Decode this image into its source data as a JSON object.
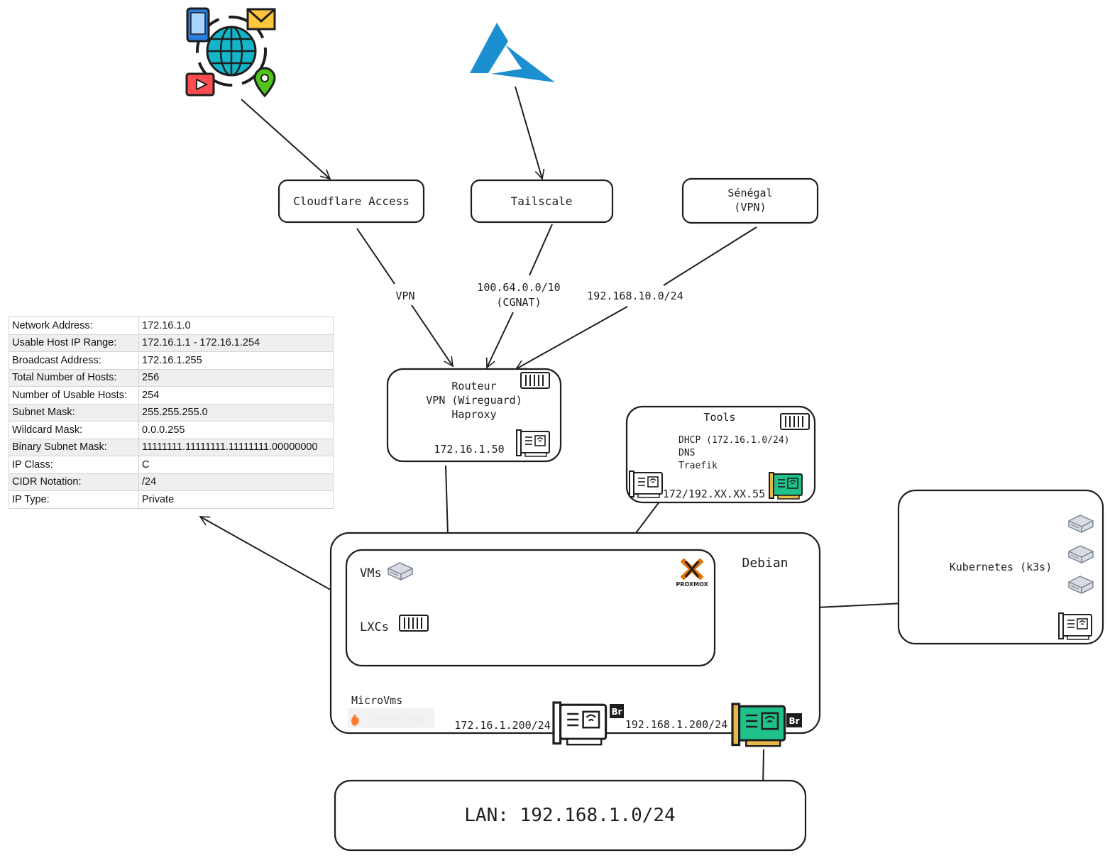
{
  "colors": {
    "ink": "#1e1e1e",
    "azure": "#1c8fd0",
    "nic_green": "#1fc08a",
    "nic_gold": "#e6b84a",
    "proxmox_orange": "#e57000",
    "firecracker": "#ff7b2e"
  },
  "icons": [
    "internet-services-icon",
    "azure-logo-icon",
    "container-icon",
    "network-card-icon",
    "server-icon",
    "proxmox-logo-icon",
    "firecracker-logo-icon"
  ],
  "nodes": {
    "cloudflare": "Cloudflare Access",
    "tailscale": "Tailscale",
    "senegal_line1": "Sénégal",
    "senegal_line2": "(VPN)",
    "router_line1": "Routeur",
    "router_line2": "VPN (Wireguard)",
    "router_line3": "Haproxy",
    "router_ip": "172.16.1.50",
    "tools_title": "Tools",
    "tools_line1": "DHCP (172.16.1.0/24)",
    "tools_line2": "DNS",
    "tools_line3": "Traefik",
    "tools_ip": "172/192.XX.XX.55",
    "debian": "Debian",
    "vms": "VMs",
    "lxcs": "LXCs",
    "proxmox": "PROXMOX",
    "microvms": "MicroVms",
    "firecracker": "Firecracker",
    "br_label": "Br",
    "bridge1_ip": "172.16.1.200/24",
    "bridge2_ip": "192.168.1.200/24",
    "kubernetes": "Kubernetes (k3s)",
    "lan": "LAN: 192.168.1.0/24"
  },
  "edges": {
    "vpn": "VPN",
    "cgnat_line1": "100.64.0.0/10",
    "cgnat_line2": "(CGNAT)",
    "senegal_net": "192.168.10.0/24"
  },
  "subnet_table": [
    {
      "label": "Network Address:",
      "value": "172.16.1.0"
    },
    {
      "label": "Usable Host IP Range:",
      "value": "172.16.1.1 - 172.16.1.254"
    },
    {
      "label": "Broadcast Address:",
      "value": "172.16.1.255"
    },
    {
      "label": "Total Number of Hosts:",
      "value": "256"
    },
    {
      "label": "Number of Usable Hosts:",
      "value": "254"
    },
    {
      "label": "Subnet Mask:",
      "value": "255.255.255.0"
    },
    {
      "label": "Wildcard Mask:",
      "value": "0.0.0.255"
    },
    {
      "label": "Binary Subnet Mask:",
      "value": "11111111.11111111.11111111.00000000"
    },
    {
      "label": "IP Class:",
      "value": "C"
    },
    {
      "label": "CIDR Notation:",
      "value": "/24"
    },
    {
      "label": "IP Type:",
      "value": "Private"
    }
  ]
}
